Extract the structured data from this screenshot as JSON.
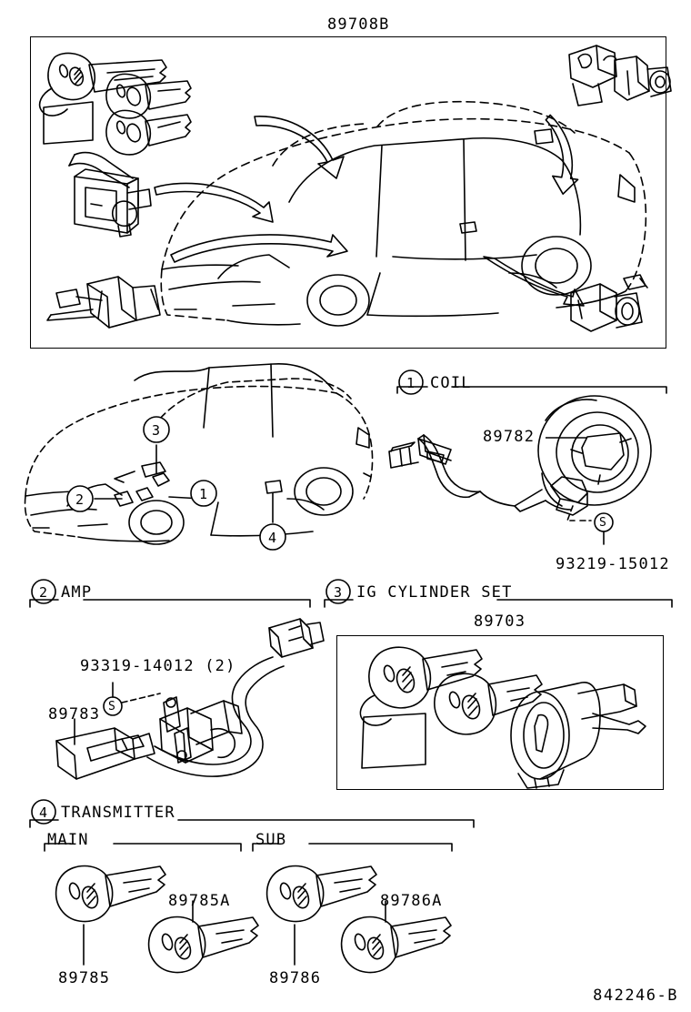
{
  "diagram": {
    "top_label": "89708B",
    "footer_code": "842246-B"
  },
  "panels": [
    {
      "callout": "1",
      "title": "COIL",
      "parts": [
        {
          "id": "89782",
          "name": "spiral-cable-coil"
        },
        {
          "id": "93219-15012",
          "name": "screw-marker",
          "marker": "S"
        }
      ]
    },
    {
      "callout": "2",
      "title": "AMP",
      "parts": [
        {
          "id": "89783",
          "name": "transponder-amplifier"
        },
        {
          "id": "93319-14012 (2)",
          "name": "screw-marker",
          "marker": "S"
        }
      ]
    },
    {
      "callout": "3",
      "title": "IG CYLINDER SET",
      "parts": [
        {
          "id": "89703",
          "name": "ignition-cylinder-set"
        }
      ]
    },
    {
      "callout": "4",
      "title": "TRANSMITTER",
      "groups": [
        {
          "label": "MAIN",
          "parts": [
            {
              "id": "89785"
            },
            {
              "id": "89785A"
            }
          ]
        },
        {
          "label": "SUB",
          "parts": [
            {
              "id": "89786"
            },
            {
              "id": "89786A"
            }
          ]
        }
      ]
    }
  ],
  "location_callouts": [
    "1",
    "2",
    "3",
    "4"
  ],
  "markers": {
    "screw": "S"
  }
}
